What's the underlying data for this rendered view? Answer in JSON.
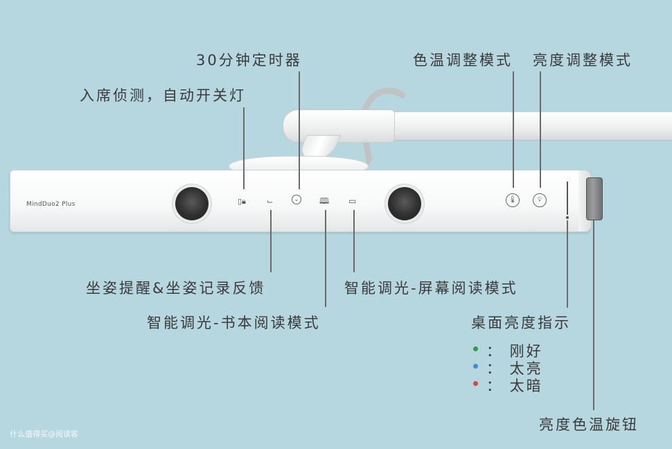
{
  "brand": "MindDuo2 Plus",
  "labels": {
    "timer": "30分钟定时器",
    "presence": "入席侦测，自动开关灯",
    "color_temp_mode": "色温调整模式",
    "brightness_mode": "亮度调整模式",
    "posture": "坐姿提醒&坐姿记录反馈",
    "screen_reading": "智能调光-屏幕阅读模式",
    "book_reading": "智能调光-书本阅读模式",
    "desk_brightness": "桌面亮度指示",
    "knob": "亮度色温旋钮"
  },
  "legend": [
    {
      "text": "： 刚好",
      "color": "#2e9a4a"
    },
    {
      "text": "： 太亮",
      "color": "#3f8fd2"
    },
    {
      "text": "： 太暗",
      "color": "#d9473b"
    }
  ],
  "icons": {
    "presence": "person-lock-icon",
    "posture": "chair-icon",
    "timer": "clock-icon",
    "book": "book-icon",
    "screen": "monitor-icon",
    "color_temp": "thermometer-icon",
    "brightness": "bulb-icon"
  },
  "watermark": "什么值得买@阅读客"
}
